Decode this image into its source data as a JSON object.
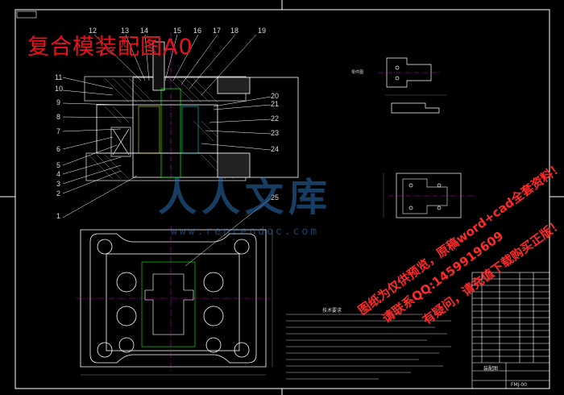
{
  "title": "复合模装配图A0",
  "watermark": {
    "logo": "人人文库",
    "url": "www.renrendoc.com",
    "notice_lines": [
      "图纸为仅供预览，原稿word+cad全套资料！",
      "请联系QQ:1459919609",
      "有疑问，请充值下载购买正版！"
    ]
  },
  "part_labels_left": [
    "11",
    "10",
    "9",
    "8",
    "7",
    "6",
    "5",
    "4",
    "3",
    "2",
    "1"
  ],
  "part_labels_top": [
    "12",
    "13",
    "14",
    "15",
    "16",
    "17",
    "18",
    "19"
  ],
  "part_labels_right": [
    "20",
    "21",
    "22",
    "23",
    "24",
    "25"
  ],
  "part_detail_label": "零件图",
  "notes_title": "技术要求",
  "title_block": {
    "drawing_name": "装配图",
    "drawing_code": "FMJ-00"
  },
  "colors": {
    "background": "#000000",
    "lines": "#ffffff",
    "title": "#e8121e",
    "watermark": "#2a6fb4"
  }
}
